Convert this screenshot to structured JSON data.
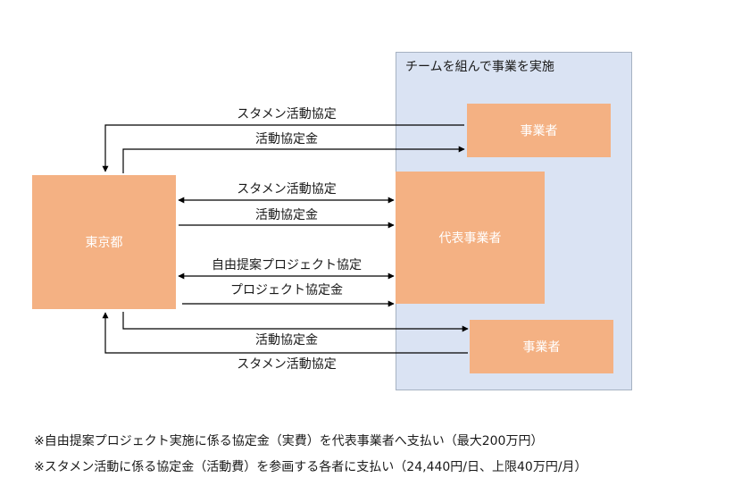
{
  "team_group": {
    "label": "チームを組んで事業を実施"
  },
  "nodes": {
    "tokyo": "東京都",
    "business_top": "事業者",
    "representative": "代表事業者",
    "business_bottom": "事業者"
  },
  "edges": [
    {
      "label": "スタメン活動協定",
      "from": "事業者",
      "to": "東京都"
    },
    {
      "label": "活動協定金",
      "from": "東京都",
      "to": "事業者"
    },
    {
      "label": "スタメン活動協定",
      "from": "東京都",
      "to": "代表事業者",
      "bidirectional": true
    },
    {
      "label": "活動協定金",
      "from": "東京都",
      "to": "代表事業者"
    },
    {
      "label": "自由提案プロジェクト協定",
      "from": "東京都",
      "to": "代表事業者",
      "bidirectional": true
    },
    {
      "label": "プロジェクト協定金",
      "from": "東京都",
      "to": "代表事業者"
    },
    {
      "label": "活動協定金",
      "from": "東京都",
      "to": "事業者"
    },
    {
      "label": "スタメン活動協定",
      "from": "事業者",
      "to": "東京都"
    }
  ],
  "notes": [
    "※自由提案プロジェクト実施に係る協定金（実費）を代表事業者へ支払い（最大200万円）",
    "※スタメン活動に係る協定金（活動費）を参画する各者に支払い（24,440円/日、上限40万円/月）"
  ],
  "colors": {
    "node_fill": "#f4b183",
    "group_fill": "#dae3f3",
    "group_border": "#a6b2c2",
    "line": "#000000"
  }
}
